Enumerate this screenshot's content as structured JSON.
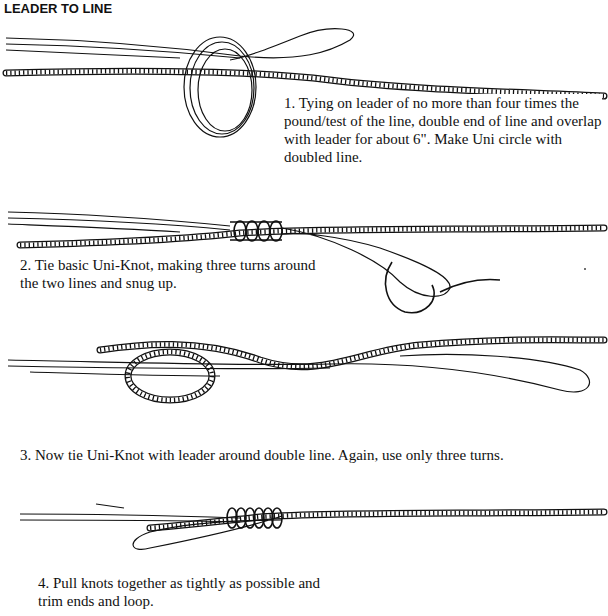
{
  "diagram": {
    "title": "LEADER TO LINE",
    "labels": [
      "1. Tying on leader of no more than four times the pound/test of the line, double end of line and overlap with leader for about 6\". Make Uni circle with doubled line.",
      "2. Tie basic Uni-Knot, making three turns around the two lines and snug up.",
      "3. Now tie Uni-Knot with leader around double line. Again, use only three turns.",
      "4. Pull knots together as tightly as possible and trim ends and loop."
    ]
  }
}
